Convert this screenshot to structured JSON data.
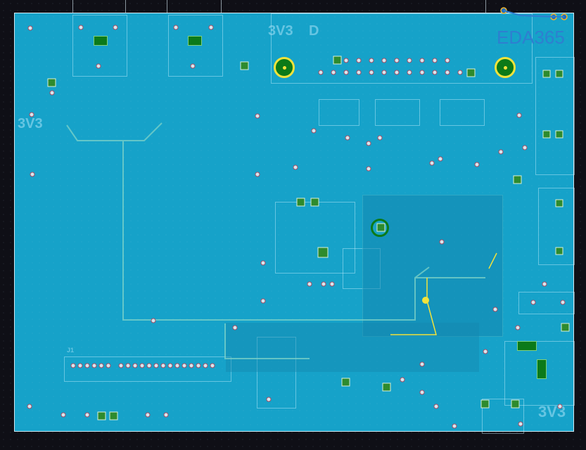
{
  "app": {
    "name": "EDA365 PCB layout view"
  },
  "watermark": {
    "text": "EDA365"
  },
  "silkscreen": {
    "label_3v3_top": "3V3",
    "label_d": "D",
    "label_3v3_left": "3V3",
    "label_3v3_bottom_right": "3V3",
    "label_j1": "J1"
  },
  "colors": {
    "board": "#16a2c9",
    "copper_pad": "#2e8b2e",
    "highlight_trace": "#f2e33b",
    "via": "#d6e7ee"
  }
}
